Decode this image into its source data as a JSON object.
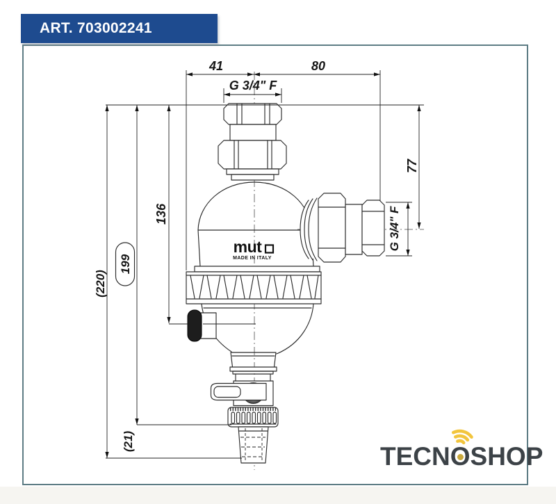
{
  "banner": {
    "article_number": "ART. 703002241"
  },
  "drawing": {
    "dimensions": {
      "top_width_left": "41",
      "top_width_right": "80",
      "top_connection_thread": "G 3/4\" F",
      "side_connection_thread": "G 3/4\" F",
      "side_port_height": "77",
      "body_height": "136",
      "height_reference": "199",
      "total_height": "(220)",
      "drain_stub_length": "(21)"
    },
    "brand": {
      "logo_text": "mut",
      "origin_text": "MADE IN ITALY"
    }
  },
  "footer_logo": {
    "prefix": "TECN",
    "o_letter": "O",
    "suffix": "SHOP",
    "text_color": "#3C4247",
    "accent_yellow": "#F2C53D"
  },
  "colors": {
    "banner_blue": "#1E4B8F",
    "frame_border": "#5D7C84",
    "line_ink": "#2B2B2B"
  }
}
